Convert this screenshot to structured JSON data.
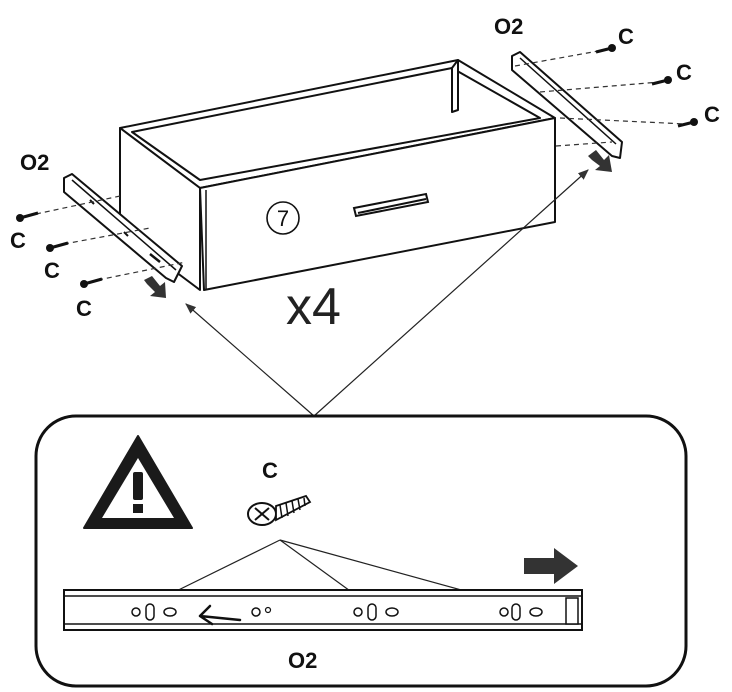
{
  "labels": {
    "part_rail": "O2",
    "part_screw": "C",
    "multiplier": "x4",
    "step_number": "7"
  },
  "icons": {
    "warning": "warning-triangle-icon",
    "screw": "screw-icon",
    "direction": "arrow-right-icon"
  },
  "colors": {
    "line": "#111111",
    "background": "#ffffff",
    "arrow_fill": "#333333"
  }
}
